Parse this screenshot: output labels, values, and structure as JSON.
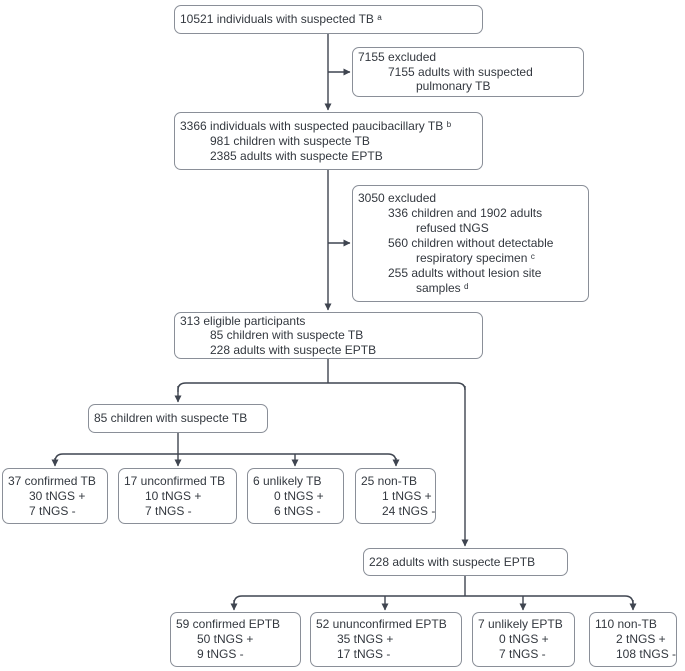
{
  "diagram": {
    "line_color": "#3f4550",
    "border_color": "#8a8f98",
    "text_color": "#33383f",
    "background": "#ffffff"
  },
  "boxes": {
    "suspected": {
      "lines": [
        "10521 individuals with suspected TB ᵃ"
      ]
    },
    "excluded1": {
      "lines": [
        "7155 excluded",
        "7155 adults with suspected",
        "pulmonary TB"
      ]
    },
    "paucibacillary": {
      "lines": [
        "3366 individuals with suspected paucibacillary TB ᵇ",
        "981 children with suspecte TB",
        "2385 adults with suspecte EPTB"
      ]
    },
    "excluded2": {
      "lines": [
        "3050 excluded",
        "336 children and 1902 adults",
        "refused tNGS",
        "560 children without detectable",
        "respiratory specimen ᶜ",
        "255 adults without lesion site",
        "samples ᵈ"
      ]
    },
    "eligible": {
      "lines": [
        "313 eligible participants",
        "85 children with suspecte TB",
        "228 adults with suspecte EPTB"
      ]
    },
    "children_group": {
      "lines": [
        "85 children with suspecte TB"
      ]
    },
    "child_confirmed": {
      "lines": [
        "37 confirmed TB",
        "30 tNGS +",
        "7 tNGS -"
      ]
    },
    "child_unconfirmed": {
      "lines": [
        "17 unconfirmed TB",
        "10 tNGS +",
        "7 tNGS -"
      ]
    },
    "child_unlikely": {
      "lines": [
        "6 unlikely TB",
        "0 tNGS +",
        "6 tNGS -"
      ]
    },
    "child_nontb": {
      "lines": [
        "25 non-TB",
        "1 tNGS +",
        "24 tNGS -"
      ]
    },
    "adults_group": {
      "lines": [
        "228 adults with suspecte EPTB"
      ]
    },
    "adult_confirmed": {
      "lines": [
        "59 confirmed EPTB",
        "50 tNGS +",
        "9 tNGS -"
      ]
    },
    "adult_unconfirmed": {
      "lines": [
        "52 ununconfirmed EPTB",
        "35 tNGS +",
        "17 tNGS -"
      ]
    },
    "adult_unlikely": {
      "lines": [
        "7 unlikely EPTB",
        "0 tNGS +",
        "7 tNGS -"
      ]
    },
    "adult_nontb": {
      "lines": [
        "110 non-TB",
        "2 tNGS +",
        "108 tNGS -"
      ]
    }
  }
}
